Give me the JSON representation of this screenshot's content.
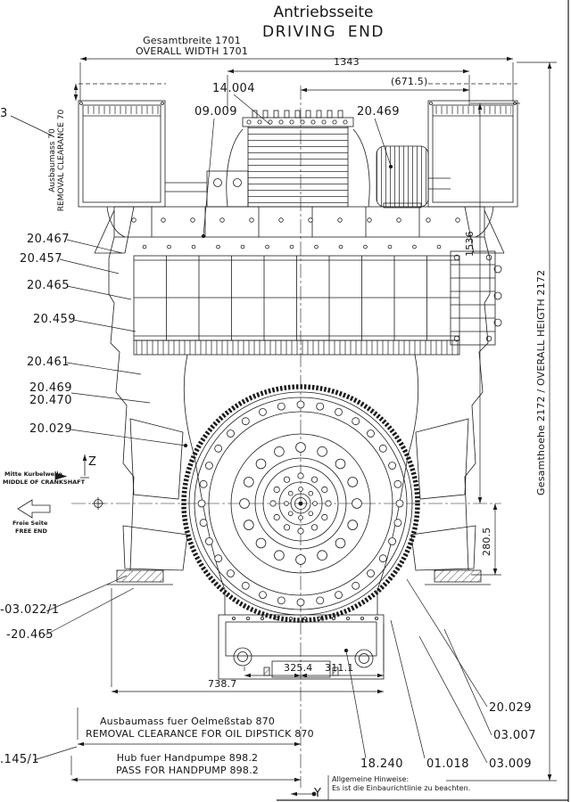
{
  "title": {
    "de": "Antriebsseite",
    "en": "DRIVING END"
  },
  "dims": {
    "overall_width_de": "Gesamtbreite 1701",
    "overall_width_en": "OVERALL WIDTH 1701",
    "d1343": "1343",
    "d671_5": "(671.5)",
    "removal_clearance_de": "Ausbaumass 70",
    "removal_clearance_en": "REMOVAL CLEARANCE 70",
    "d1536": "1536",
    "overall_height": "Gesamthoehe 2172 / OVERALL HEIGTH 2172",
    "d280_5": "280.5",
    "d325_4": "325.4",
    "d311_1": "311.1",
    "d738_7": "738.7",
    "dipstick_de": "Ausbaumass fuer Oelmeßstab 870",
    "dipstick_en": "REMOVAL CLEARANCE FOR OIL DIPSTICK 870",
    "handpump_de": "Hub fuer Handpumpe 898.2",
    "handpump_en": "PASS FOR HANDPUMP 898.2"
  },
  "callouts": {
    "c14_004": "14.004",
    "c09_009": "09.009",
    "c20_469_top": "20.469",
    "c20_467": "20.467",
    "c20_457": "20.457",
    "c20_465": "20.465",
    "c20_459": "20.459",
    "c20_461": "20.461",
    "c20_469": "20.469",
    "c20_470": "20.470",
    "c20_029_left": "20.029",
    "c20_029_br": "20.029",
    "c03_007": "03.007",
    "c18_240": "18.240",
    "c01_018": "01.018",
    "c03_009": "03.009",
    "c03_022_1": "-03.022/1",
    "c20_465_bl": "-20.465",
    "c145_1": ".145/1",
    "c3_partial": "3"
  },
  "refs": {
    "crank_de": "Mitte Kurbelwelle",
    "crank_en": "MIDDLE OF CRANKSHAFT",
    "free_de": "Freie Seite",
    "free_en": "FREE END"
  },
  "axes": {
    "z": "Z",
    "y": "Y"
  },
  "notes": {
    "heading": "Allgemeine Hinweise:",
    "line1": "Es ist die Einbaurichtlinie zu beachten."
  },
  "colors": {
    "ink": "#1c1c1c",
    "paper": "#ffffff"
  }
}
